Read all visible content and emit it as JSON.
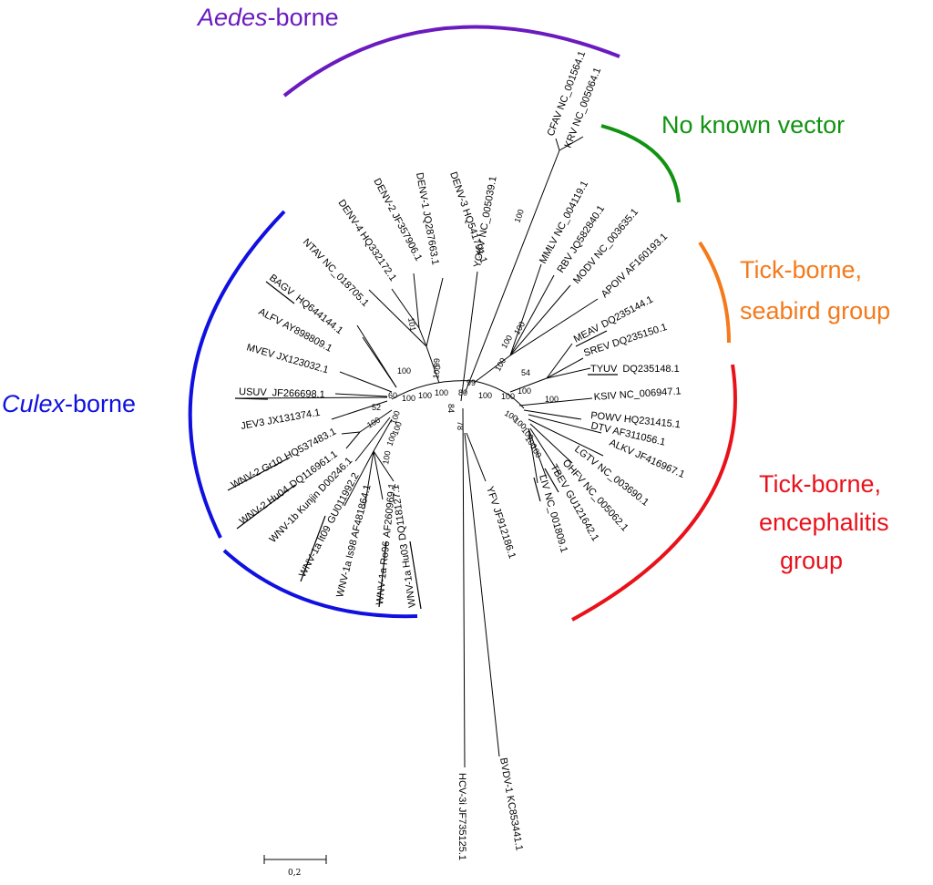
{
  "groups": [
    {
      "id": "aedes",
      "title_part1": "Aedes",
      "title_part2": "-borne",
      "title_italic": true,
      "color": "#6a1bbf"
    },
    {
      "id": "novector",
      "line1": "No known vector",
      "color": "#119311"
    },
    {
      "id": "seabird",
      "line1": "Tick-borne,",
      "line2": "seabird group",
      "color": "#f47a1c"
    },
    {
      "id": "enceph",
      "line1": "Tick-borne,",
      "line2": "encephalitis",
      "line3": "group",
      "color": "#e8121b"
    },
    {
      "id": "culex",
      "title_part1": "Culex",
      "title_part2": "-borne",
      "title_italic": true,
      "color": "#1010e0"
    }
  ],
  "leaves": {
    "CFAV": "CFAV NC_001564.1",
    "KRV": "KRV NC_005064.1",
    "YOKV": "YOKV NC_005039.1",
    "DENV3": "DENV-3 HQ541791.1",
    "DENV1": "DENV-1 JQ287663.1",
    "DENV2": "DENV-2 JF357906.1",
    "DENV4": "DENV-4 HQ332172.1",
    "NTAV": "NTAV NC_018705.1",
    "BAGV": "BAGV",
    "BAGV_acc": "HQ644144.1",
    "ALFV": "ALFV AY898809.1",
    "MVEV": "MVEV JX123032.1",
    "USUV": "USUV",
    "USUV_acc": "JF266698.1",
    "JEV3": "JEV3 JX131374.1",
    "WNV2Gr10": "WNV-2 Gr10",
    "WNV2Gr10_acc": "HQ537483.1",
    "WNV2Hu04": "WNV-2 Hu04",
    "WNV2Hu04_acc": "DQ116961.1",
    "WNV1b": "WNV-1b Kunjin D00246.1",
    "WNV1aIt09": "WNV-1a It09",
    "WNV1aIt09_acc": "GU011992.2",
    "WNV1aIs98": "WNV-1a Is98 AF481864.1",
    "WNV1aRo96": "WNV-1a Ro96",
    "WNV1aRo96_acc": "AF260969.1",
    "WNV1aHu03": "WNV-1a Hu03",
    "WNV1aHu03_acc": "DQ118127.1",
    "MMLV": "MMLV NC_004119.1",
    "RBV": "RBV JQ582840.1",
    "MODV": "MODV NC_003635.1",
    "APOIV": "APOIV AF160193.1",
    "MEAV": "MEAV",
    "MEAV_acc": "DQ235144.1",
    "SREV": "SREV DQ235150.1",
    "TYUV": "TYUV",
    "TYUV_acc": "DQ235148.1",
    "KSIV": "KSIV NC_006947.1",
    "POWV": "POWV HQ231415.1",
    "DTV": "DTV AF311056.1",
    "ALKV": "ALKV JF416967.1",
    "LGTV": "LGTV NC_003690.1",
    "OHFV": "OHFV NC_005062.1",
    "TBEV": "TBEV",
    "TBEV_acc": "GU121642.1",
    "LIV": "LIV",
    "LIV_acc": "NC_001809.1",
    "YFV": "YFV JF912186.1",
    "BVDV": "BVDV-1 KC853441.1",
    "HCV": "HCV-3i JF735125.1"
  },
  "bootstrap": [
    "100",
    "99",
    "80",
    "100",
    "100",
    "100",
    "100",
    "100",
    "54",
    "100",
    "100",
    "100",
    "100",
    "100",
    "100",
    "100",
    "100",
    "66",
    "101",
    "100",
    "100",
    "100",
    "100",
    "60",
    "52",
    "100",
    "100",
    "100",
    "100",
    "100",
    "84",
    "78"
  ],
  "scale": {
    "label": "0,2"
  }
}
